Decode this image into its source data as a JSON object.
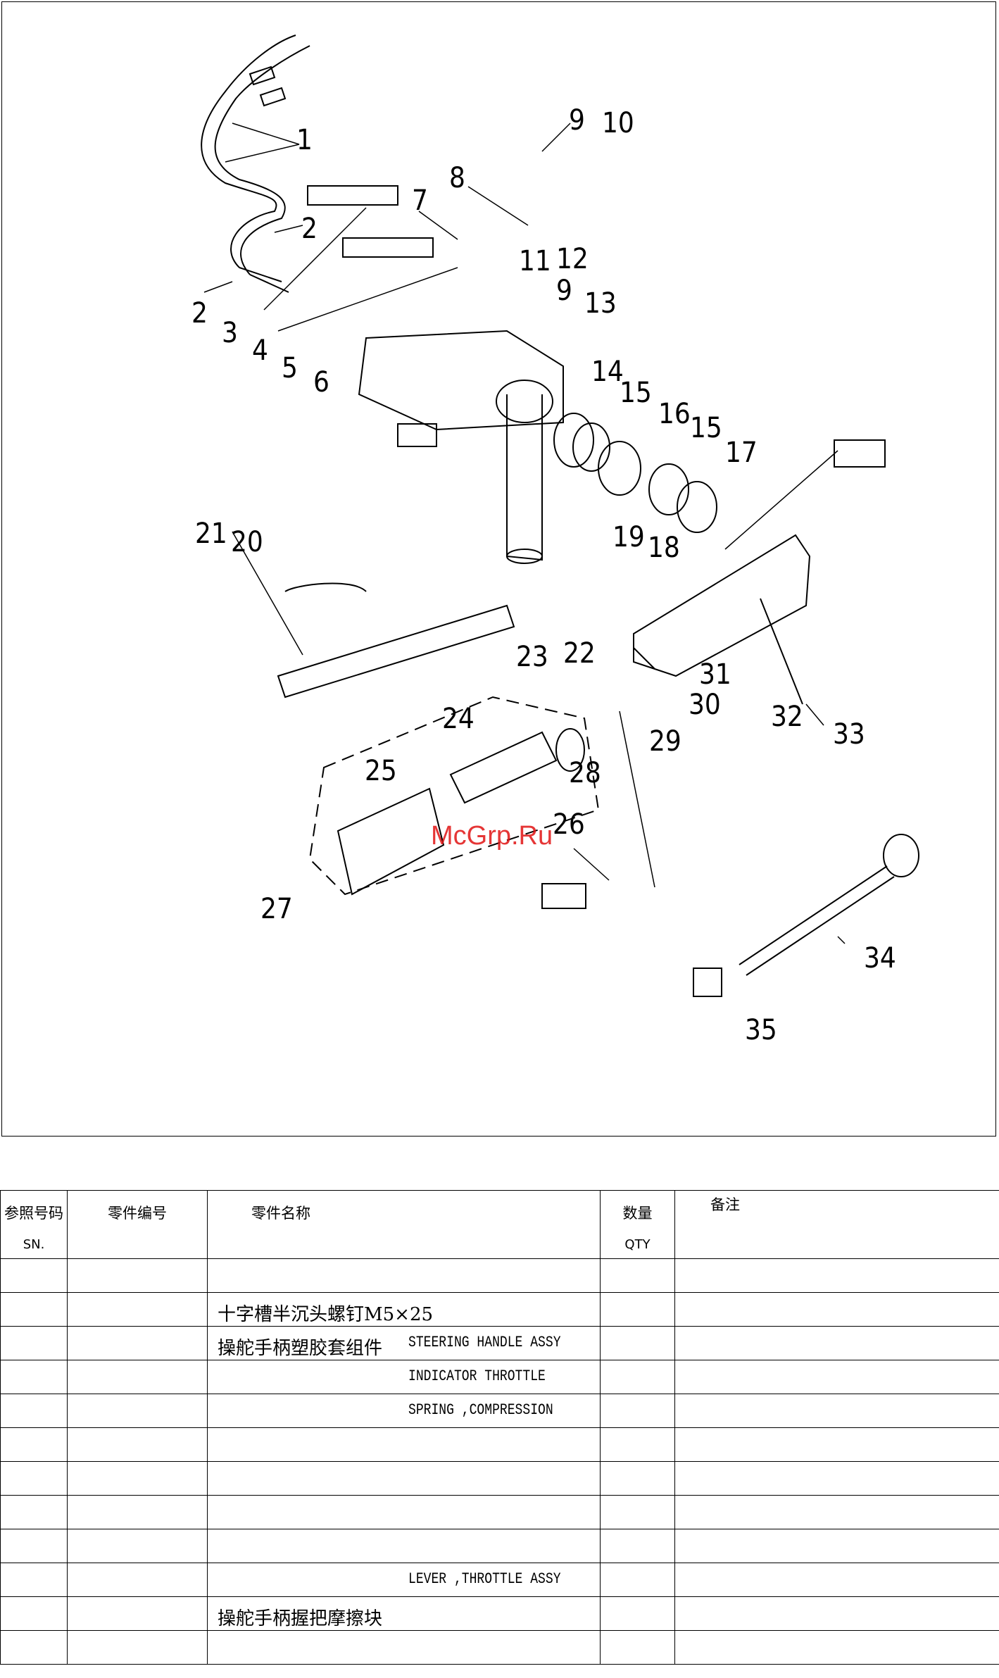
{
  "diagram": {
    "callouts": [
      "1",
      "2",
      "2",
      "3",
      "4",
      "5",
      "6",
      "7",
      "8",
      "9",
      "10",
      "11",
      "12",
      "9",
      "13",
      "14",
      "15",
      "16",
      "15",
      "17",
      "18",
      "19",
      "20",
      "21",
      "22",
      "23",
      "24",
      "25",
      "26",
      "27",
      "28",
      "29",
      "30",
      "31",
      "32",
      "33",
      "34",
      "35"
    ]
  },
  "watermark": "McGrp.Ru",
  "table": {
    "headers": {
      "ref_zh": "参照号码",
      "ref_en": "SN.",
      "part_no": "零件编号",
      "name": "零件名称",
      "qty_zh": "数量",
      "qty_en": "QTY",
      "remark": "备注"
    },
    "rows": [
      {
        "zh": "",
        "en": ""
      },
      {
        "zh": "十字槽半沉头螺钉M5×25",
        "en": ""
      },
      {
        "zh": "操舵手柄塑胶套组件",
        "en": "STEERING HANDLE ASSY"
      },
      {
        "zh": "",
        "en": "INDICATOR THROTTLE"
      },
      {
        "zh": "",
        "en": "SPRING ,COMPRESSION"
      },
      {
        "zh": "",
        "en": ""
      },
      {
        "zh": "",
        "en": ""
      },
      {
        "zh": "",
        "en": ""
      },
      {
        "zh": "",
        "en": ""
      },
      {
        "zh": "",
        "en": "LEVER ,THROTTLE ASSY"
      },
      {
        "zh": "操舵手柄握把摩擦块",
        "en": ""
      },
      {
        "zh": "",
        "en": ""
      }
    ]
  }
}
